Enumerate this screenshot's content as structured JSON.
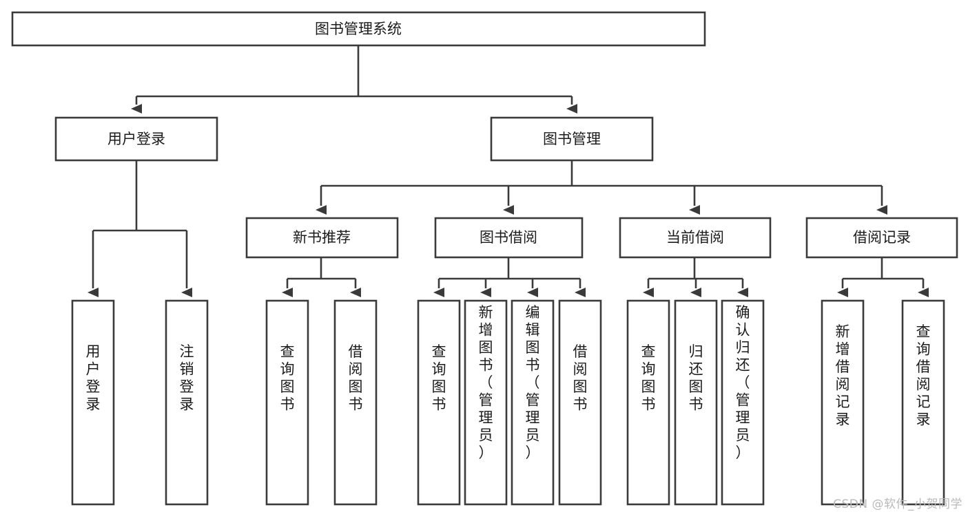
{
  "diagram": {
    "type": "tree",
    "title": "图书管理系统",
    "orientation": "top-down",
    "watermark": "CSDN @软件_小贺同学",
    "colors": {
      "box_fill": "#ffffff",
      "box_stroke": "#3a3a3a",
      "text": "#1b1b1b",
      "watermark": "#b9b9b9",
      "background": "#ffffff"
    },
    "nodes": {
      "root": {
        "label": "图书管理系统",
        "level": 1,
        "orientation": "horizontal"
      },
      "l2_1": {
        "label": "用户登录",
        "level": 2,
        "orientation": "horizontal"
      },
      "l2_2": {
        "label": "图书管理",
        "level": 2,
        "orientation": "horizontal"
      },
      "l3_1": {
        "label": "新书推荐",
        "level": 3,
        "orientation": "horizontal"
      },
      "l3_2": {
        "label": "图书借阅",
        "level": 3,
        "orientation": "horizontal"
      },
      "l3_3": {
        "label": "当前借阅",
        "level": 3,
        "orientation": "horizontal"
      },
      "l3_4": {
        "label": "借阅记录",
        "level": 3,
        "orientation": "horizontal"
      },
      "leaf_1": {
        "label": "用户登录",
        "level": 4,
        "orientation": "vertical",
        "parent": "用户登录"
      },
      "leaf_2": {
        "label": "注销登录",
        "level": 4,
        "orientation": "vertical",
        "parent": "用户登录"
      },
      "leaf_3": {
        "label": "查询图书",
        "level": 4,
        "orientation": "vertical",
        "parent": "新书推荐"
      },
      "leaf_4": {
        "label": "借阅图书",
        "level": 4,
        "orientation": "vertical",
        "parent": "新书推荐"
      },
      "leaf_5": {
        "label": "查询图书",
        "level": 4,
        "orientation": "vertical",
        "parent": "图书借阅"
      },
      "leaf_6": {
        "label": "新增图书（管理员）",
        "level": 4,
        "orientation": "vertical",
        "parent": "图书借阅"
      },
      "leaf_7": {
        "label": "编辑图书（管理员）",
        "level": 4,
        "orientation": "vertical",
        "parent": "图书借阅"
      },
      "leaf_8": {
        "label": "借阅图书",
        "level": 4,
        "orientation": "vertical",
        "parent": "图书借阅"
      },
      "leaf_9": {
        "label": "查询图书",
        "level": 4,
        "orientation": "vertical",
        "parent": "当前借阅"
      },
      "leaf_10": {
        "label": "归还图书",
        "level": 4,
        "orientation": "vertical",
        "parent": "当前借阅"
      },
      "leaf_11": {
        "label": "确认归还（管理员）",
        "level": 4,
        "orientation": "vertical",
        "parent": "当前借阅"
      },
      "leaf_12": {
        "label": "新增借阅记录",
        "level": 4,
        "orientation": "vertical",
        "parent": "借阅记录"
      },
      "leaf_13": {
        "label": "查询借阅记录",
        "level": 4,
        "orientation": "vertical",
        "parent": "借阅记录"
      }
    },
    "edges": [
      {
        "from": "图书管理系统",
        "to": "用户登录"
      },
      {
        "from": "图书管理系统",
        "to": "图书管理"
      },
      {
        "from": "用户登录",
        "to": "用户登录"
      },
      {
        "from": "用户登录",
        "to": "注销登录"
      },
      {
        "from": "图书管理",
        "to": "新书推荐"
      },
      {
        "from": "图书管理",
        "to": "图书借阅"
      },
      {
        "from": "图书管理",
        "to": "当前借阅"
      },
      {
        "from": "图书管理",
        "to": "借阅记录"
      },
      {
        "from": "新书推荐",
        "to": "查询图书"
      },
      {
        "from": "新书推荐",
        "to": "借阅图书"
      },
      {
        "from": "图书借阅",
        "to": "查询图书"
      },
      {
        "from": "图书借阅",
        "to": "新增图书（管理员）"
      },
      {
        "from": "图书借阅",
        "to": "编辑图书（管理员）"
      },
      {
        "from": "图书借阅",
        "to": "借阅图书"
      },
      {
        "from": "当前借阅",
        "to": "查询图书"
      },
      {
        "from": "当前借阅",
        "to": "归还图书"
      },
      {
        "from": "当前借阅",
        "to": "确认归还（管理员）"
      },
      {
        "from": "借阅记录",
        "to": "新增借阅记录"
      },
      {
        "from": "借阅记录",
        "to": "查询借阅记录"
      }
    ]
  }
}
